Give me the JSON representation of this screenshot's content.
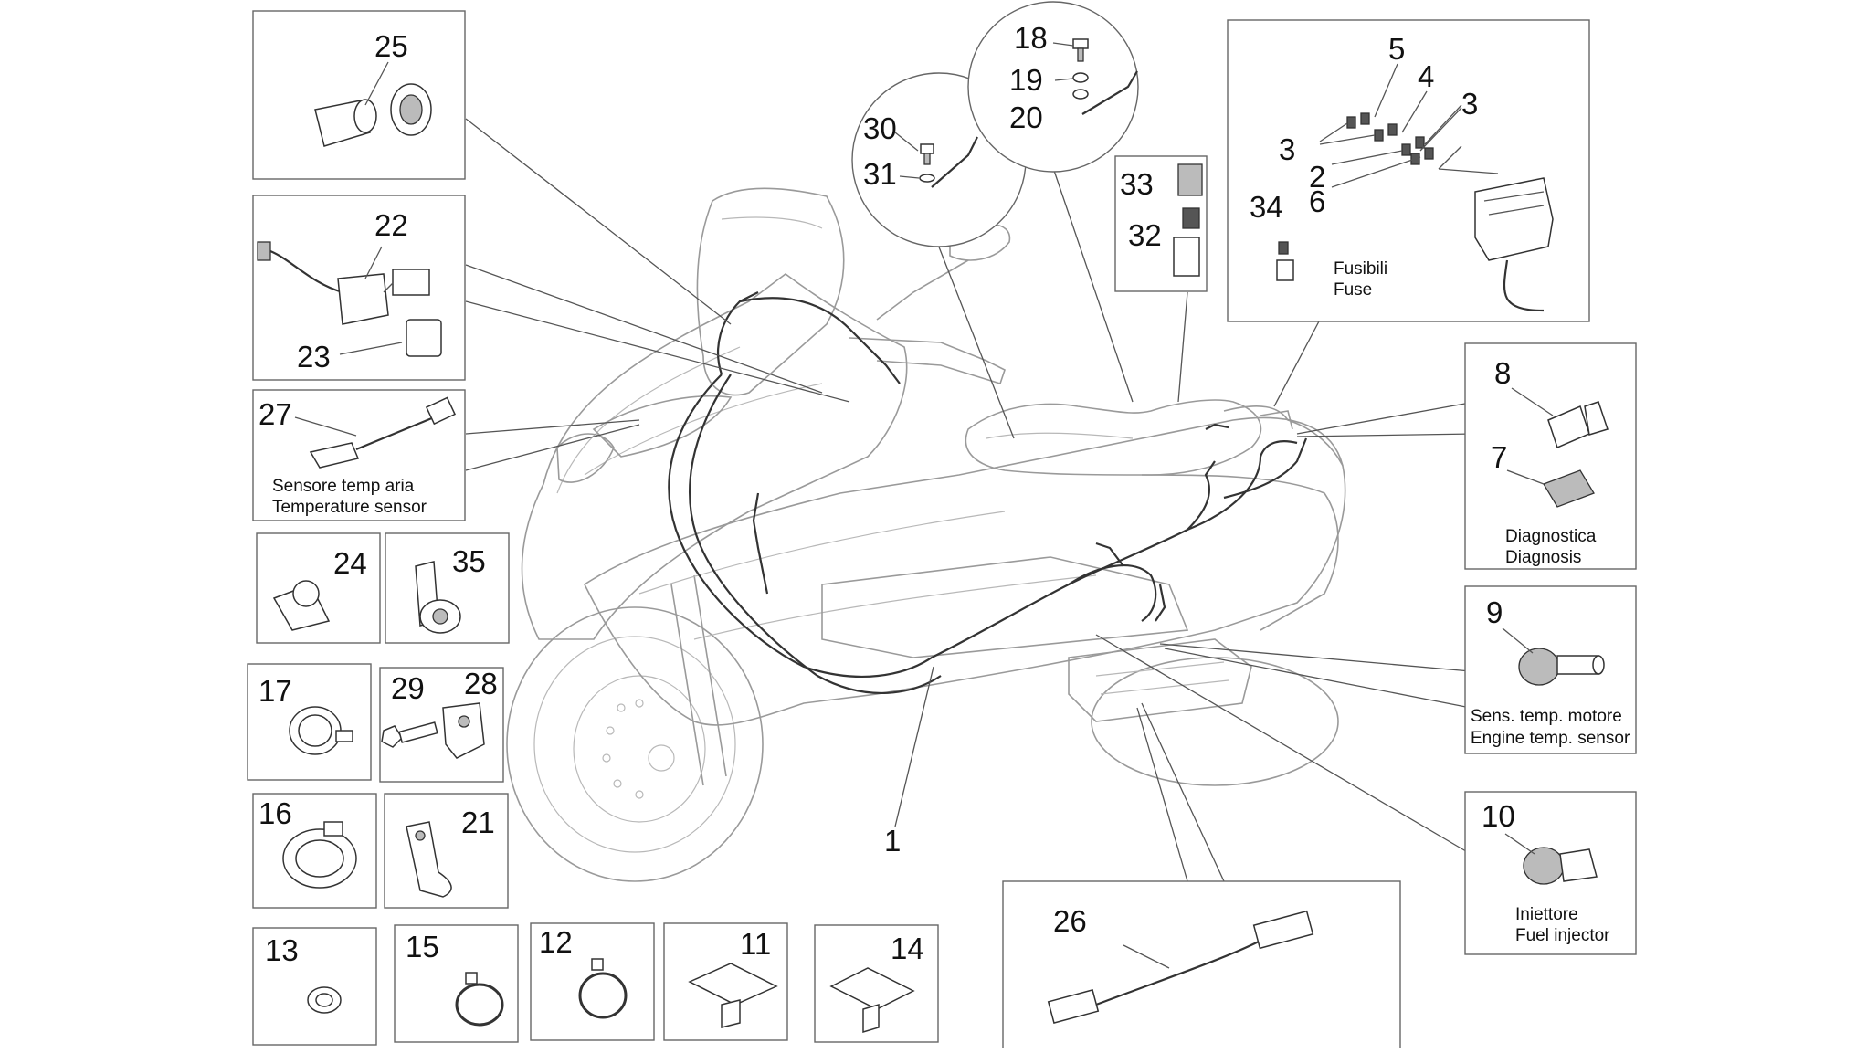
{
  "callouts": {
    "c1": "1",
    "c2": "2",
    "c3a": "3",
    "c3b": "3",
    "c4": "4",
    "c5": "5",
    "c6": "6",
    "c7": "7",
    "c8": "8",
    "c9": "9",
    "c10": "10",
    "c11": "11",
    "c12": "12",
    "c13": "13",
    "c14": "14",
    "c15": "15",
    "c16": "16",
    "c17": "17",
    "c18": "18",
    "c19": "19",
    "c20": "20",
    "c21": "21",
    "c22": "22",
    "c23": "23",
    "c24": "24",
    "c25": "25",
    "c26": "26",
    "c27": "27",
    "c28": "28",
    "c29": "29",
    "c30": "30",
    "c31": "31",
    "c32": "32",
    "c33": "33",
    "c34": "34",
    "c35": "35"
  },
  "captions": {
    "air_temp_it": "Sensore temp aria",
    "air_temp_en": "Temperature sensor",
    "fuse_it": "Fusibili",
    "fuse_en": "Fuse",
    "diag_it": "Diagnostica",
    "diag_en": "Diagnosis",
    "engine_temp_it": "Sens. temp. motore",
    "engine_temp_en": "Engine temp. sensor",
    "injector_it": "Iniettore",
    "injector_en": "Fuel injector"
  }
}
